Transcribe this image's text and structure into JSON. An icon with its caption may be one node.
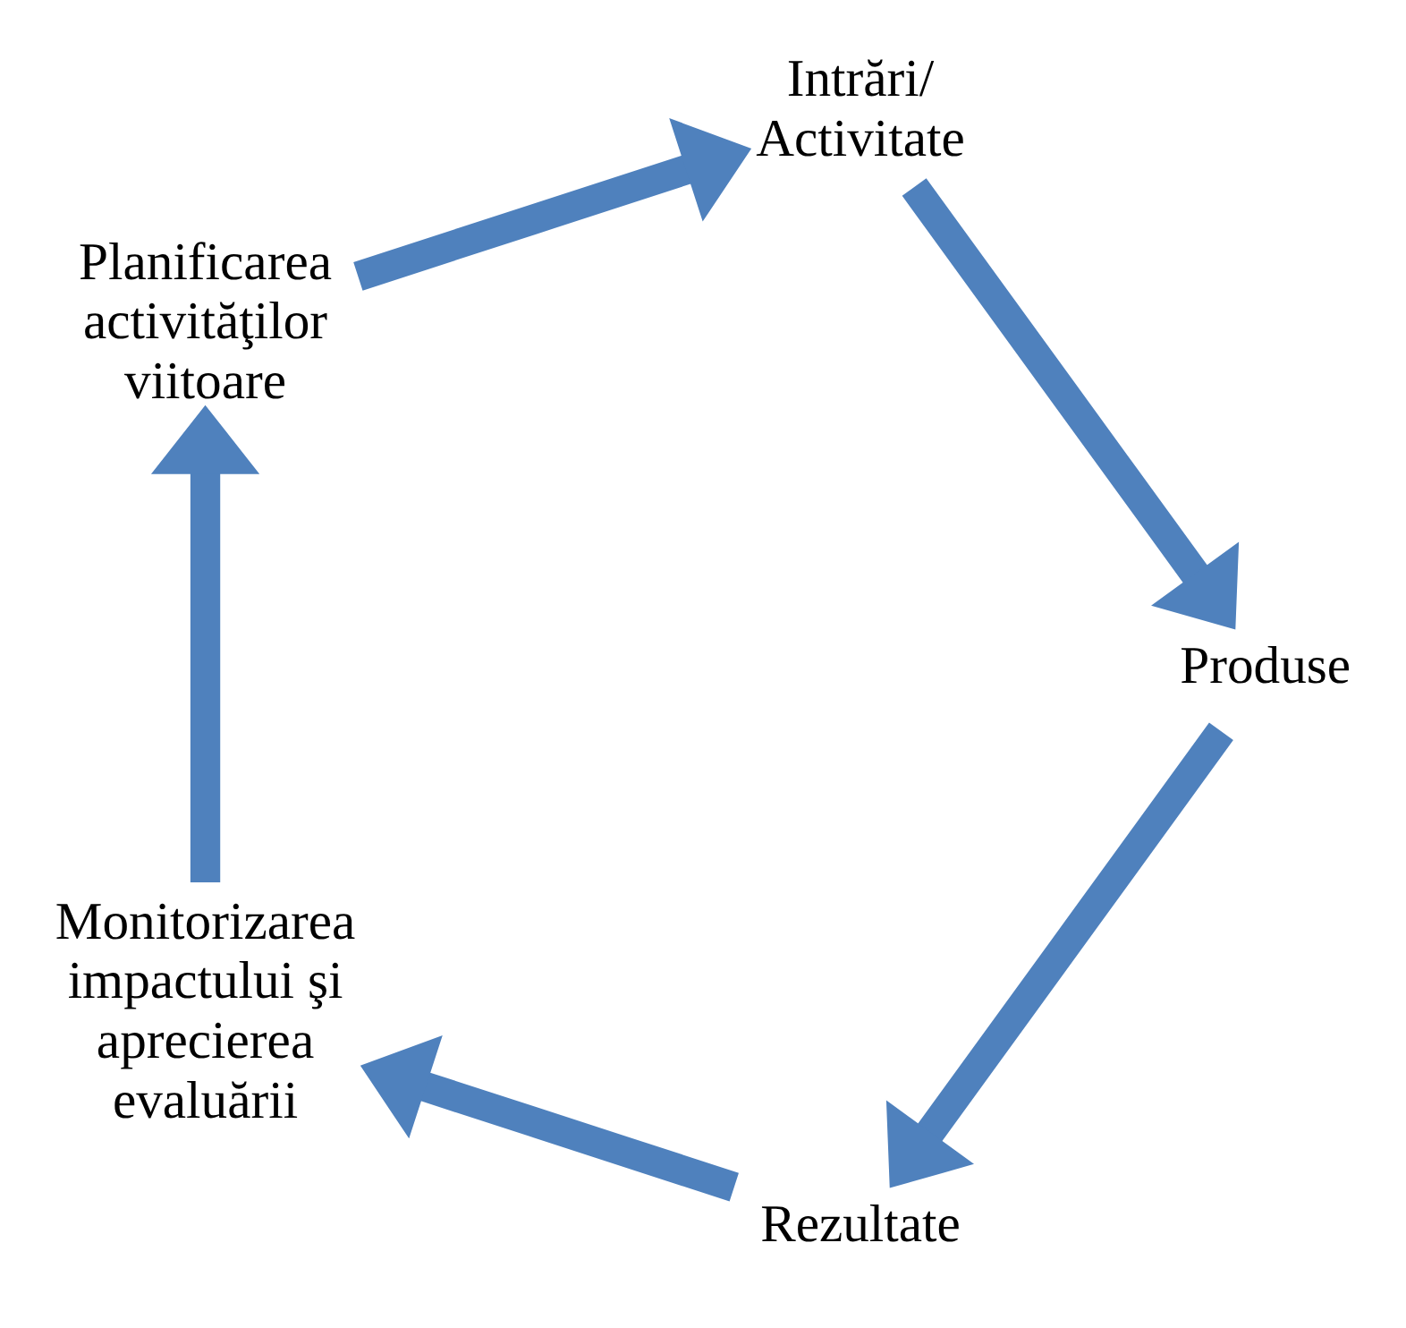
{
  "diagram": {
    "nodes": [
      {
        "text": [
          "Rezultate"
        ]
      },
      {
        "text": [
          "Monitorizarea impactului şi aprecierea evaluării"
        ]
      },
      {
        "text": [
          "Planificarea activităţilor viitoare"
        ]
      },
      {
        "text": [
          "Intrări/ Activitate"
        ]
      },
      {
        "text": [
          "Produse"
        ]
      }
    ],
    "edges": [
      {
        "from": 0,
        "to": 1,
        "arrow": "to"
      },
      {
        "from": 1,
        "to": 2,
        "arrow": "to"
      },
      {
        "from": 2,
        "to": 3,
        "arrow": "to"
      },
      {
        "from": 3,
        "to": 4,
        "arrow": "to"
      },
      {
        "from": 4,
        "to": 0,
        "arrow": "to"
      }
    ]
  }
}
